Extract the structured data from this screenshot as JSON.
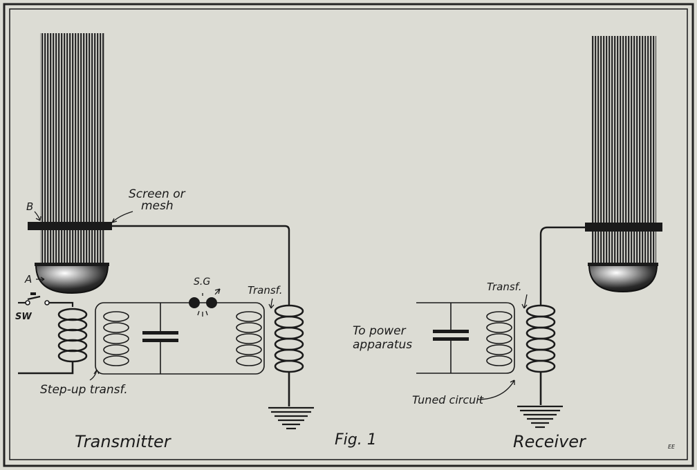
{
  "figure": {
    "caption": "Fig. 1",
    "initials": "EE",
    "transmitter": {
      "title": "Transmitter",
      "label_b": "B",
      "label_screen_line1": "Screen or",
      "label_screen_line2": "mesh",
      "label_a": "A",
      "label_sw": "SW",
      "label_sg": "S.G",
      "label_transf": "Transf.",
      "label_stepup": "Step-up transf."
    },
    "receiver": {
      "title": "Receiver",
      "label_transf": "Transf.",
      "label_power_line1": "To power",
      "label_power_line2": "apparatus",
      "label_tuned": "Tuned circuit"
    }
  }
}
